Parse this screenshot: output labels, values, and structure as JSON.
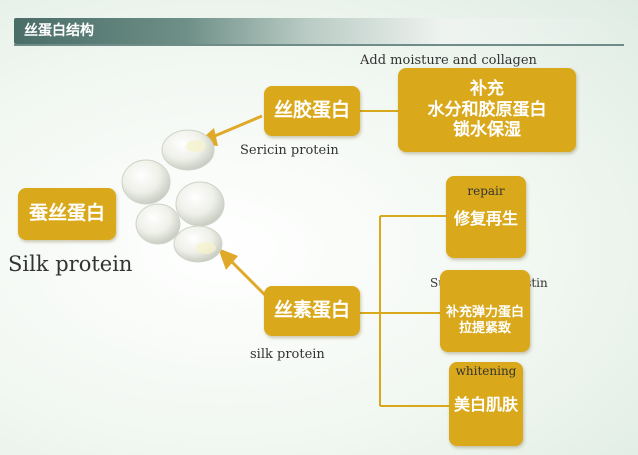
{
  "header": {
    "title": "丝蛋白结构"
  },
  "root": {
    "label": "蚕丝蛋白",
    "caption": "Silk protein"
  },
  "sericin": {
    "label": "丝胶蛋白",
    "caption": "Sericin protein",
    "benefit": {
      "caption": "Add moisture and collagen",
      "lines": [
        "补充",
        "水分和胶原蛋白",
        "锁水保湿"
      ]
    }
  },
  "fibroin": {
    "label": "丝素蛋白",
    "caption": "silk protein",
    "benefits": [
      {
        "caption": "repair",
        "lines": [
          "修复再生"
        ]
      },
      {
        "caption": "Supplement elastin",
        "lines": [
          "补充弹力蛋白",
          "拉提紧致"
        ]
      },
      {
        "caption": "whitening",
        "lines": [
          "美白肌肤"
        ]
      }
    ]
  },
  "colors": {
    "box": "#d9a81b",
    "arrow": "#e0a92a",
    "line": "#d9a81b",
    "header": "#4b6d68"
  },
  "icons": [
    "silk-cocoon-icon",
    "arrow-icon"
  ]
}
